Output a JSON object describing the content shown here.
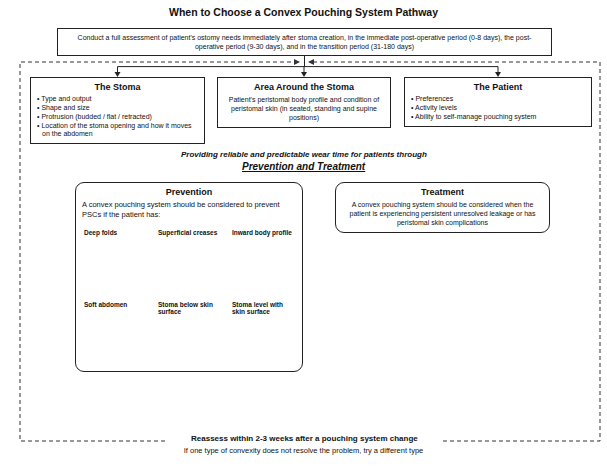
{
  "diagram": {
    "title": "When to Choose a Convex Pouching System Pathway",
    "nodes": [
      {
        "text": [
          "Conduct a full assessment of patient's ostomy needs immediately after stoma creation, in the immediate post-operative period (0-8 days), the post-operative period (9-30 days), and in the transition period (31-180 days)"
        ]
      },
      {
        "text": [
          "The Stoma",
          "• Type and output",
          "• Shape and size",
          "• Protrusion (budded / flat / retracted)",
          "• Location of the stoma opening and how it moves on the abdomen"
        ]
      },
      {
        "text": [
          "Area Around the Stoma",
          "Patient's peristomal body profile and condition of peristomal skin (in seated, standing and supine positions)"
        ]
      },
      {
        "text": [
          "The Patient",
          "• Preferences",
          "• Activity levels",
          "• Ability to self-manage pouching system"
        ]
      },
      {
        "text": [
          "Prevention",
          "A convex pouching system should be considered to prevent PSCs if the patient has:"
        ]
      },
      {
        "text": [
          "Deep folds"
        ],
        "in": 4
      },
      {
        "text": [
          "Superficial creases"
        ],
        "in": 4
      },
      {
        "text": [
          "Inward body profile"
        ],
        "in": 4
      },
      {
        "text": [
          "Soft abdomen"
        ],
        "in": 4
      },
      {
        "text": [
          "Stoma below skin surface"
        ],
        "in": 4
      },
      {
        "text": [
          "Stoma level with skin surface"
        ],
        "in": 4
      },
      {
        "text": [
          "Treatment",
          "A convex pouching system should be considered when the patient is experiencing persistent unresolved leakage or has peristomal skin complications"
        ]
      }
    ],
    "edges": [
      {
        "from": 0,
        "to": 1,
        "arrow": "to"
      },
      {
        "from": 0,
        "to": 2,
        "arrow": "to"
      },
      {
        "from": 0,
        "to": 3,
        "arrow": "to"
      }
    ],
    "labels": [
      "Providing reliable and predictable wear time for patients through",
      "Prevention and Treatment",
      "Reassess within 2-3 weeks after a pouching system change",
      "If one type of convexity does not resolve the problem, try a different type"
    ]
  }
}
